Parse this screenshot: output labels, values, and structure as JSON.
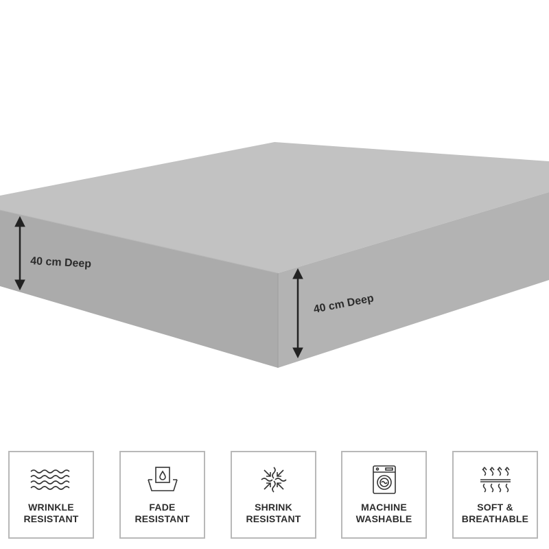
{
  "product": {
    "depth_labels": [
      "40 cm Deep",
      "40 cm Deep"
    ]
  },
  "colors": {
    "mattress_top": "#c2c2c2",
    "mattress_side_left": "#a9a9a9",
    "mattress_side_right": "#b1b1b1",
    "arrow": "#222222",
    "card_border": "#b8b8b8",
    "text": "#2d2d2d"
  },
  "features": [
    {
      "icon": "waves-icon",
      "line1": "WRINKLE",
      "line2": "RESISTANT"
    },
    {
      "icon": "drop-in-tray-icon",
      "line1": "FADE",
      "line2": "RESISTANT"
    },
    {
      "icon": "shrink-arrows-icon",
      "line1": "SHRINK",
      "line2": "RESISTANT"
    },
    {
      "icon": "washing-machine-icon",
      "line1": "MACHINE",
      "line2": "WASHABLE"
    },
    {
      "icon": "breathable-arrows-icon",
      "line1": "SOFT &",
      "line2": "BREATHABLE"
    }
  ]
}
